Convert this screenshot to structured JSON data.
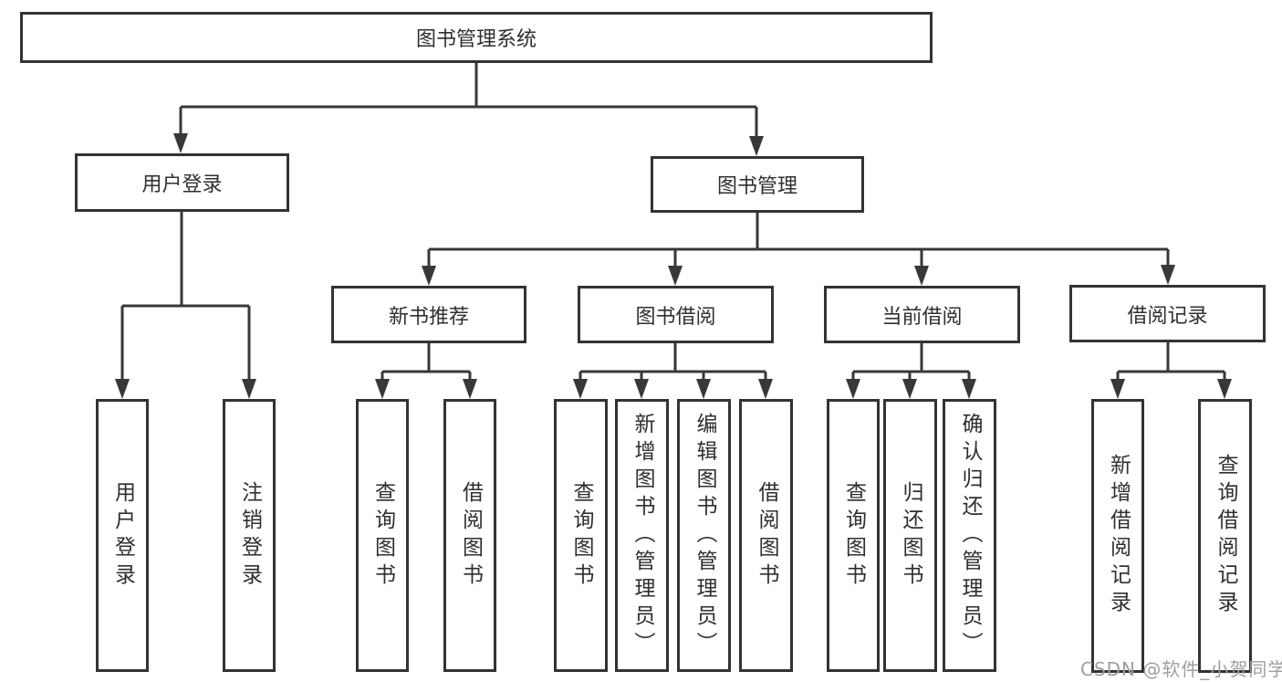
{
  "diagram_title": "图书管理系统",
  "tree": {
    "root": {
      "label": "图书管理系统"
    },
    "branches": [
      {
        "label": "用户登录",
        "leaves": [
          {
            "label": "用户登录"
          },
          {
            "label": "注销登录"
          }
        ]
      },
      {
        "label": "图书管理",
        "sections": [
          {
            "label": "新书推荐",
            "leaves": [
              {
                "label": "查询图书"
              },
              {
                "label": "借阅图书"
              }
            ]
          },
          {
            "label": "图书借阅",
            "leaves": [
              {
                "label": "查询图书"
              },
              {
                "label": "新增图书（管理员）"
              },
              {
                "label": "编辑图书（管理员）"
              },
              {
                "label": "借阅图书"
              }
            ]
          },
          {
            "label": "当前借阅",
            "leaves": [
              {
                "label": "查询图书"
              },
              {
                "label": "归还图书"
              },
              {
                "label": "确认归还（管理员）"
              }
            ]
          },
          {
            "label": "借阅记录",
            "leaves": [
              {
                "label": "新增借阅记录"
              },
              {
                "label": "查询借阅记录"
              }
            ]
          }
        ]
      }
    ]
  },
  "watermark": {
    "text": "CSDN @软件_小贺同学"
  },
  "colors": {
    "line": "#383838",
    "box_border": "#333333",
    "text": "#2f2f2f",
    "watermark": "#9e9e9e",
    "background": "#ffffff"
  }
}
